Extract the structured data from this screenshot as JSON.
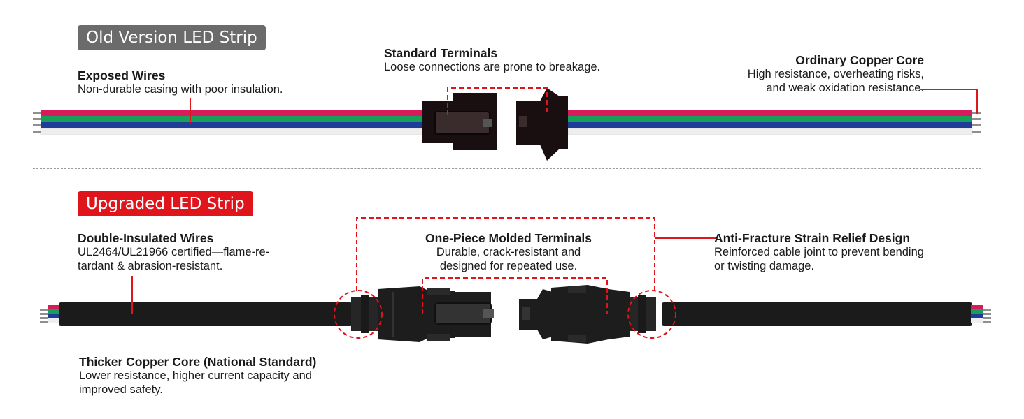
{
  "old": {
    "badge": "Old Version LED Strip",
    "callouts": {
      "exposed": {
        "title": "Exposed Wires",
        "lines": [
          "Non-durable casing with poor insulation."
        ]
      },
      "terminals": {
        "title": "Standard Terminals",
        "lines": [
          "Loose connections are prone to breakage."
        ]
      },
      "copper": {
        "title": "Ordinary Copper Core",
        "lines": [
          "High resistance, overheating risks,",
          "and weak oxidation resistance."
        ]
      }
    }
  },
  "new": {
    "badge": "Upgraded LED Strip",
    "callouts": {
      "insulated": {
        "title": "Double-Insulated Wires",
        "lines": [
          "UL2464/UL21966 certified—flame-re-",
          "tardant & abrasion-resistant."
        ]
      },
      "molded": {
        "title": "One-Piece Molded Terminals",
        "lines": [
          "Durable, crack-resistant and",
          "designed for repeated use."
        ]
      },
      "strain": {
        "title": "Anti-Fracture Strain Relief Design",
        "lines": [
          "Reinforced cable joint to prevent bending",
          "or twisting damage."
        ]
      },
      "thicker": {
        "title": "Thicker Copper Core (National Standard)",
        "lines": [
          "Lower resistance, higher current capacity and",
          "improved safety."
        ]
      }
    }
  },
  "colors": {
    "accent_red": "#e0141b",
    "old_badge": "#6b6b6b",
    "wire_red": "#d81b5a",
    "wire_green": "#17a05a",
    "wire_blue": "#1f3c98",
    "wire_white": "#eeeeee",
    "cable_black": "#1b1b1b"
  }
}
